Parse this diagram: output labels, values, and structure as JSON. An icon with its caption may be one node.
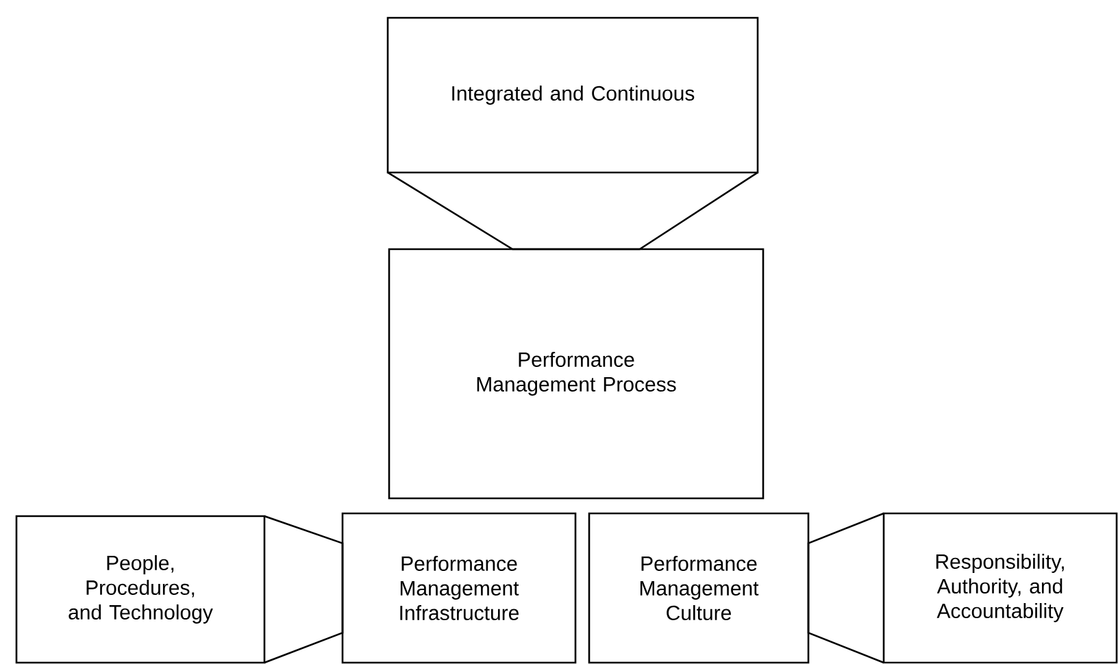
{
  "diagram": {
    "nodes": [
      {
        "text": [
          "Integrated and Continuous"
        ]
      },
      {
        "text": [
          "Performance Management Process"
        ]
      },
      {
        "text": [
          "People, Procedures, and Technology"
        ]
      },
      {
        "text": [
          "Performance Management Infrastructure"
        ]
      },
      {
        "text": [
          "Performance Management Culture"
        ]
      },
      {
        "text": [
          "Responsibility, Authority, and Accountability"
        ]
      }
    ],
    "edges": [
      {
        "from": 0,
        "to": 1,
        "arrow": "none"
      },
      {
        "from": 2,
        "to": 3,
        "arrow": "none"
      },
      {
        "from": 5,
        "to": 4,
        "arrow": "none"
      }
    ]
  }
}
